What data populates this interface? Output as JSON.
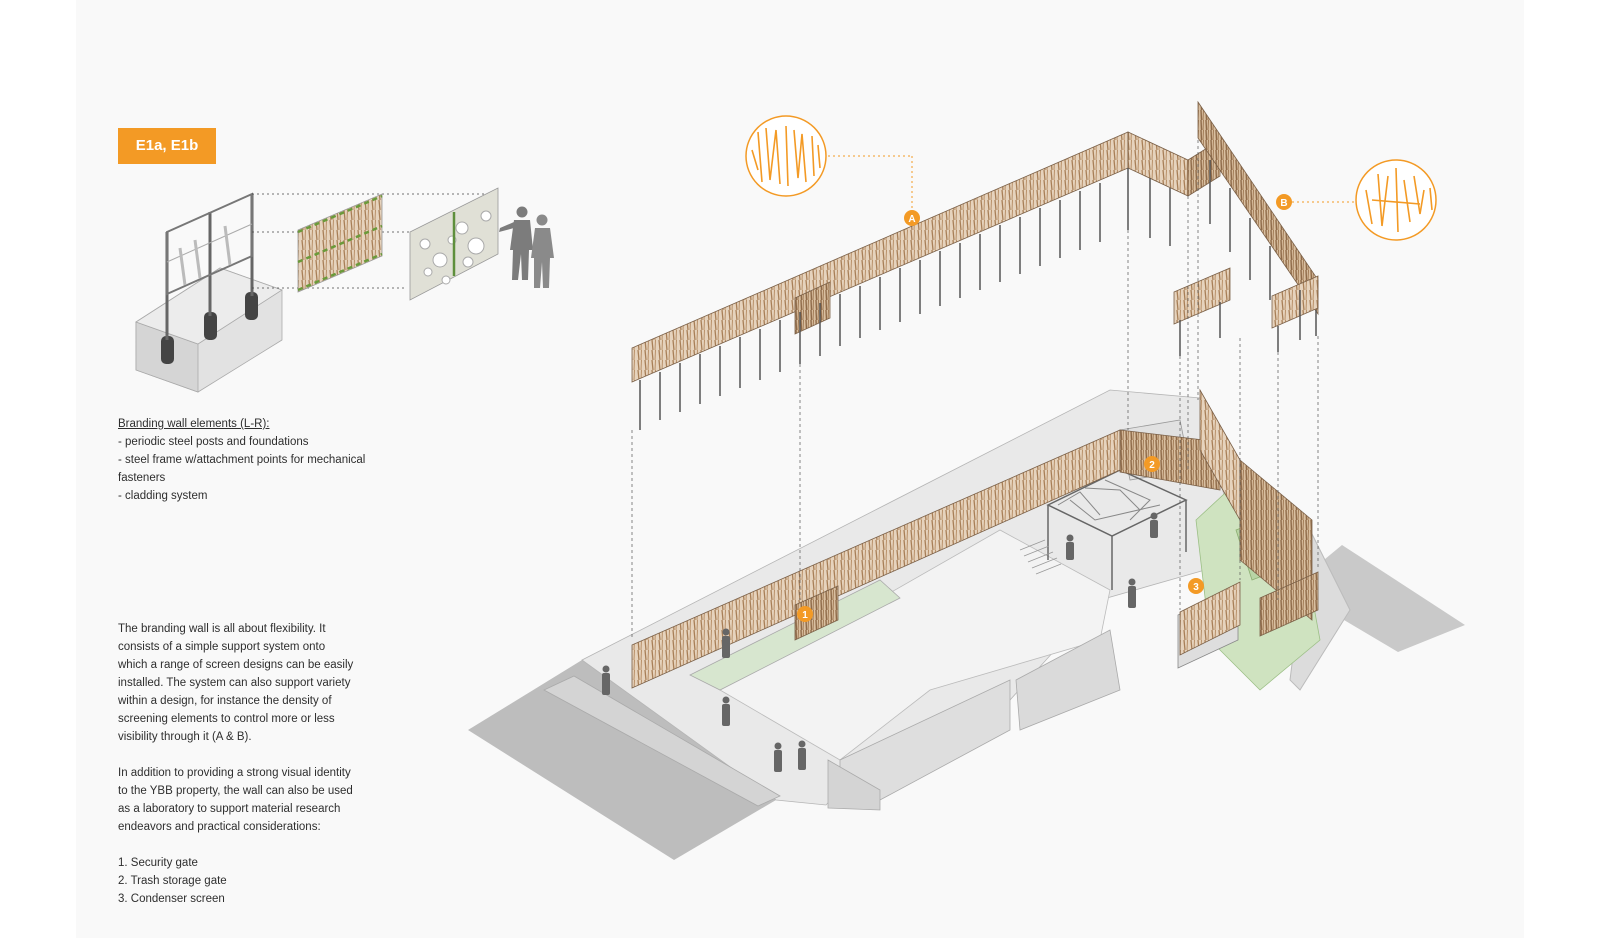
{
  "tag_label": "E1a, E1b",
  "elements": {
    "title": "Branding wall elements (L-R):",
    "items": [
      "- periodic steel posts and foundations",
      "- steel frame w/attachment points for  mechanical",
      "fasteners",
      "- cladding system"
    ]
  },
  "description": {
    "paragraph1": [
      "The branding wall is all about flexibility.  It",
      "consists of a simple support system onto",
      "which a range of screen designs can be easily",
      "installed.  The system can also support variety",
      "within a design, for instance the density of",
      "screening elements to control more or less",
      "visibility through it (A & B)."
    ],
    "paragraph2": [
      "In addition to providing a strong visual identity",
      "to the YBB property, the wall can also be used",
      "as a laboratory to support material research",
      "endeavors and practical considerations:"
    ],
    "list": [
      "1.  Security gate",
      "2.  Trash storage gate",
      "3.  Condenser screen"
    ]
  },
  "markers": {
    "a": "A",
    "b": "B",
    "one": "1",
    "two": "2",
    "three": "3"
  },
  "colors": {
    "accent": "#f39a25",
    "wall_wood": "#c9a47e",
    "landscape_green": "#cfe3c0",
    "ground_gray": "#bdbdbd"
  }
}
